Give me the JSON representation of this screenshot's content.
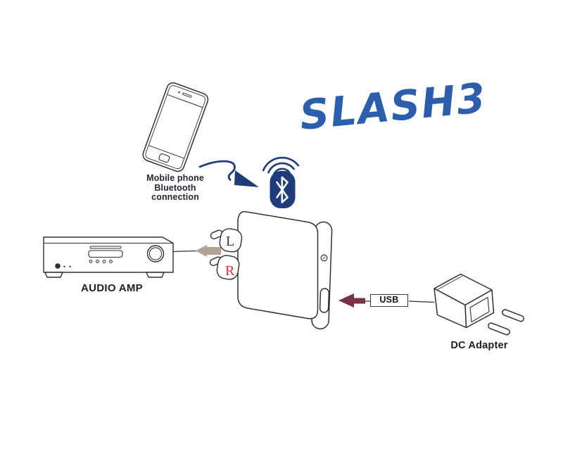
{
  "brand": {
    "text": "SLASH3"
  },
  "phone": {
    "caption_line1": "Mobile phone",
    "caption_line2": "Bluetooth",
    "caption_line3": "connection"
  },
  "amp": {
    "label": "AUDIO AMP"
  },
  "receiver": {
    "rca_left": "L",
    "rca_right": "R"
  },
  "power": {
    "usb_label": "USB",
    "adapter_label": "DC Adapter"
  },
  "icons": {
    "bluetooth_icon": "bluetooth-rune-in-rounded-pill",
    "wireless_signal_icon": "three-signal-arcs",
    "pairing_arrow_icon": "curved-s-arrow",
    "audio_out_arrow_icon": "left-pointing-block-arrow",
    "usb_power_arrow_icon": "left-pointing-block-arrow"
  },
  "colors": {
    "background": "#ffffff",
    "outline": "#2e3033",
    "brand_blue": "#2b5fae",
    "bluetooth_navy": "#1e3c7b",
    "audio_arrow_tan": "#b1a294",
    "power_arrow_maroon": "#7c3147",
    "rca_left_ink": "#2c3a52",
    "rca_right_red": "#cf3535",
    "label_ink": "#1d1f22"
  }
}
